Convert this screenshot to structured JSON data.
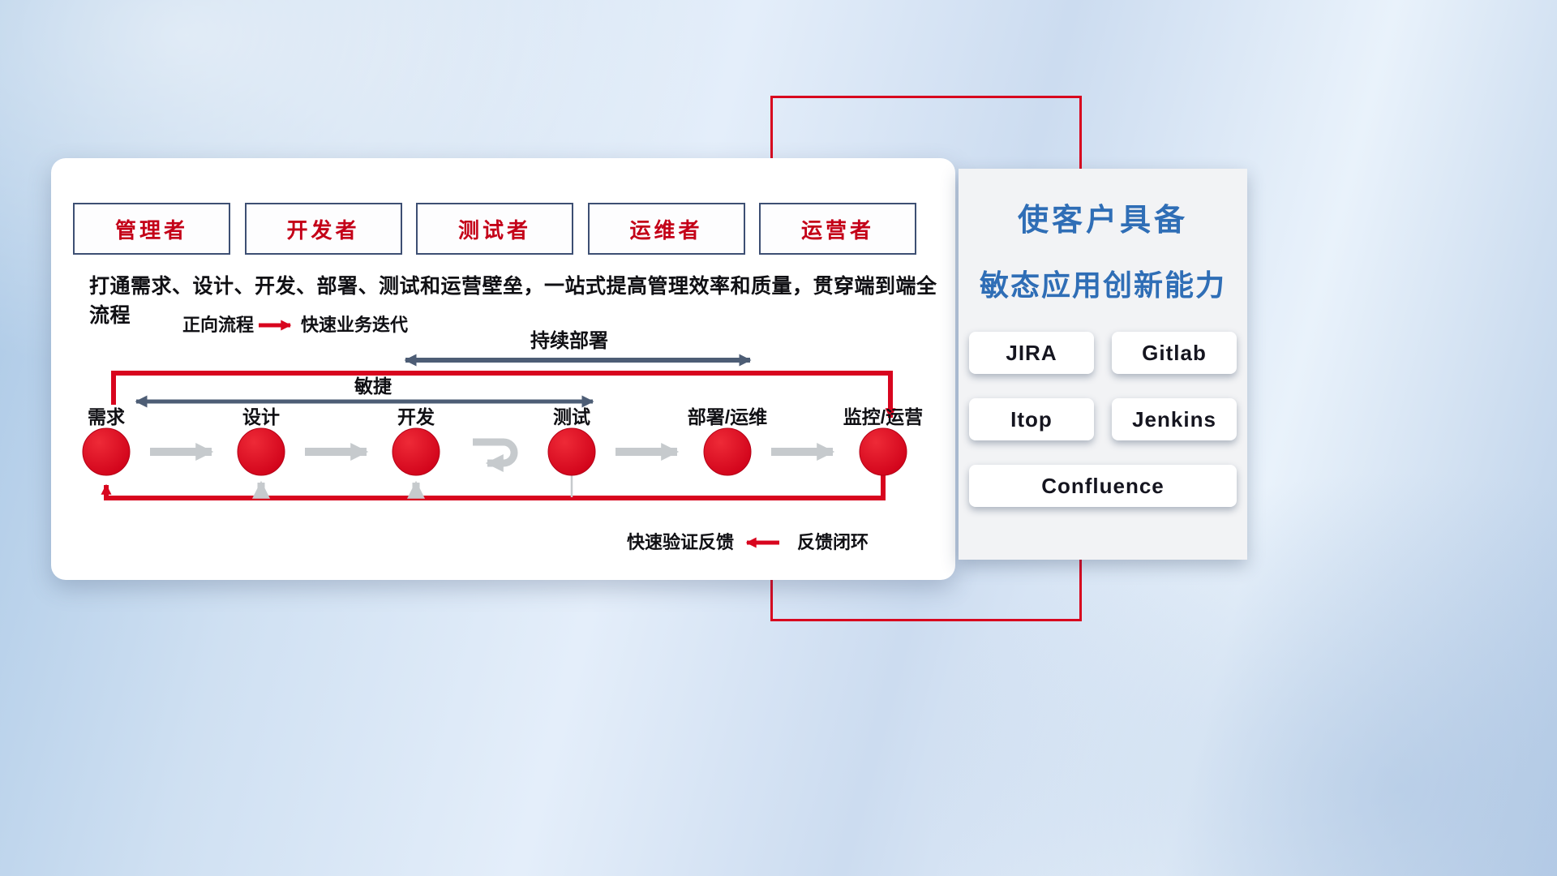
{
  "colors": {
    "red": "#d8051e",
    "dark_arrow": "#4d5d75",
    "gray_arrow": "#c6cacd",
    "blue_title": "#2f6eb6",
    "role_border": "#3d4f73",
    "role_text": "#c40018"
  },
  "main_panel": {
    "roles": [
      "管理者",
      "开发者",
      "测试者",
      "运维者",
      "运营者"
    ],
    "description": "打通需求、设计、开发、部署、测试和运营壁垒，一站式提高管理效率和质量，贯穿端到端全流程",
    "forward_legend": {
      "label": "正向流程",
      "value": "快速业务迭代"
    },
    "continuous_deploy_label": "持续部署",
    "agile_label": "敏捷",
    "nodes": [
      "需求",
      "设计",
      "开发",
      "测试",
      "部署/运维",
      "监控/运营"
    ],
    "feedback_legend": {
      "label": "快速验证反馈",
      "value": "反馈闭环"
    }
  },
  "side_panel": {
    "title_line1": "使客户具备",
    "title_line2": "敏态应用创新能力",
    "tools": [
      "JIRA",
      "Gitlab",
      "Itop",
      "Jenkins",
      "Confluence"
    ]
  }
}
